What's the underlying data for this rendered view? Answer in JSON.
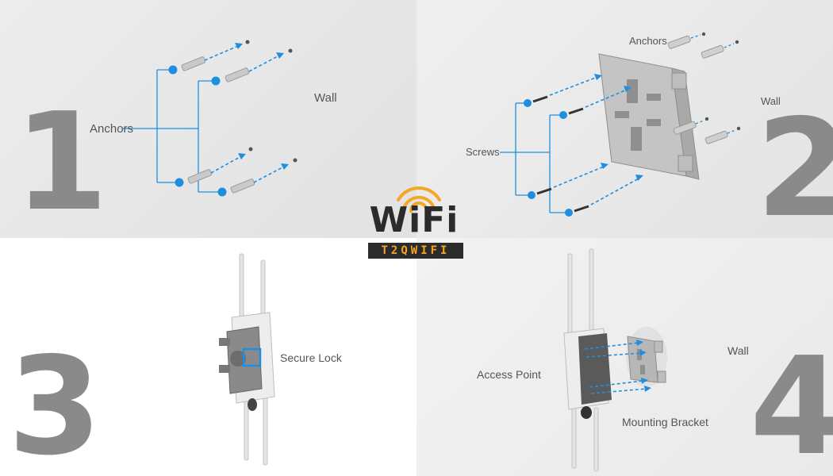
{
  "steps": {
    "one": {
      "number": "1",
      "anchors_label": "Anchors",
      "wall_label": "Wall"
    },
    "two": {
      "number": "2",
      "anchors_label": "Anchors",
      "screws_label": "Screws",
      "wall_label": "Wall"
    },
    "three": {
      "number": "3",
      "secure_lock_label": "Secure  Lock"
    },
    "four": {
      "number": "4",
      "access_point_label": "Access Point",
      "wall_label": "Wall",
      "mounting_bracket_label": "Mounting Bracket"
    }
  },
  "logo": {
    "word": "WiFi",
    "badge": "T2QWIFI"
  },
  "colors": {
    "accent_blue": "#1e8fe0",
    "logo_yellow": "#f5a623",
    "step_number_gray": "#8a8a8a"
  }
}
